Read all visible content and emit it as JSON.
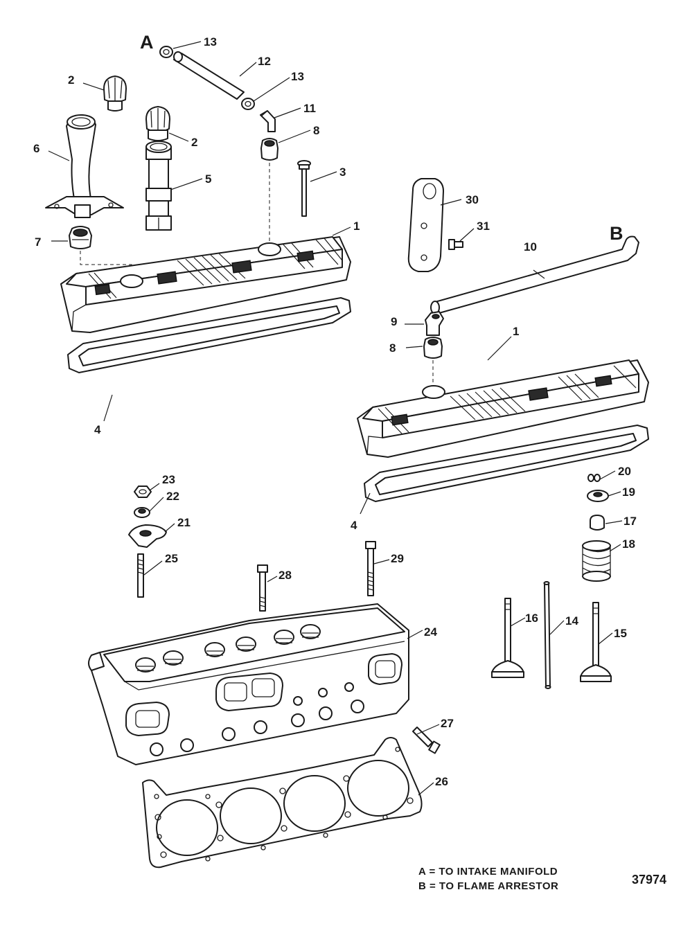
{
  "connection_letters": {
    "a": "A",
    "b": "B"
  },
  "legend": {
    "line_a": "A = TO INTAKE MANIFOLD",
    "line_b": "B = TO FLAME ARRESTOR"
  },
  "figure_number": "37974",
  "callouts": {
    "c1a": "1",
    "c1b": "1",
    "c2a": "2",
    "c2b": "2",
    "c3": "3",
    "c4a": "4",
    "c4b": "4",
    "c5": "5",
    "c6": "6",
    "c7": "7",
    "c8a": "8",
    "c8b": "8",
    "c9": "9",
    "c10": "10",
    "c11": "11",
    "c12": "12",
    "c13a": "13",
    "c13b": "13",
    "c14": "14",
    "c15": "15",
    "c16": "16",
    "c17": "17",
    "c18": "18",
    "c19": "19",
    "c20": "20",
    "c21": "21",
    "c22": "22",
    "c23": "23",
    "c24": "24",
    "c25": "25",
    "c26": "26",
    "c27": "27",
    "c28": "28",
    "c29": "29",
    "c30": "30",
    "c31": "31"
  }
}
